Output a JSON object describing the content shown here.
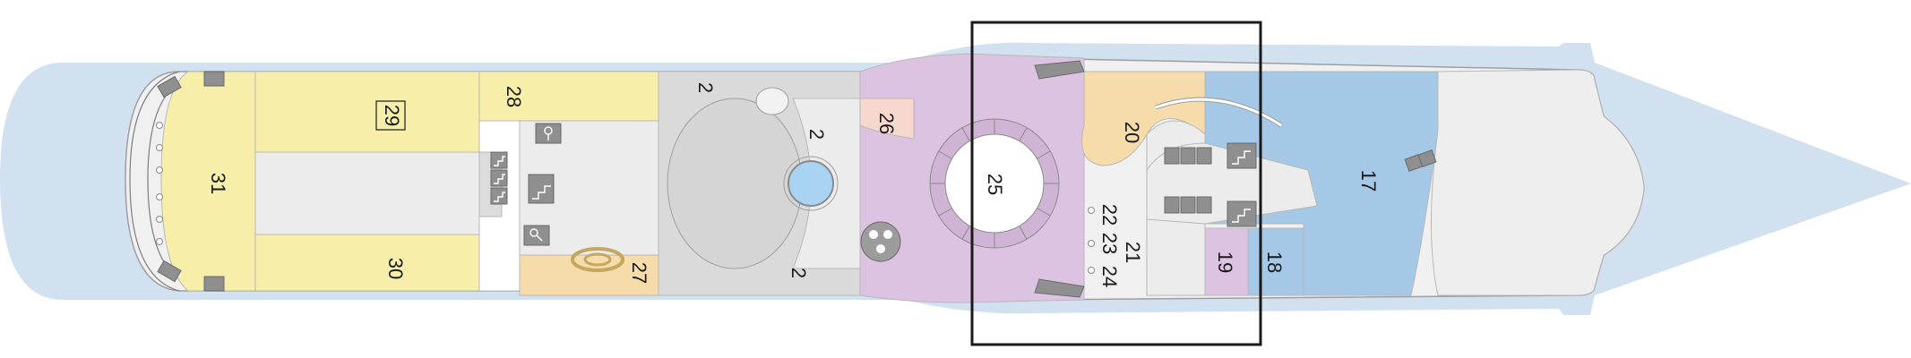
{
  "colors": {
    "water": "#d2e1f0",
    "hull": "#f0f0f0",
    "yellow": "#f7eeaa",
    "grey": "#dadada",
    "lightgrey": "#ececec",
    "lilac": "#dcc3e1",
    "peach": "#f6dcaa",
    "pink": "#f7d8cf",
    "blue": "#a4c8e6",
    "pool": "#a9d3f2",
    "icon": "#8f8f8f",
    "highlight": "#1a1a1a"
  },
  "labels": {
    "area_2_top": "2",
    "area_2_mid": "2",
    "area_2_bottom": "2",
    "area_17": "17",
    "area_18": "18",
    "area_19": "19",
    "area_20": "20",
    "area_21": "21",
    "area_22": "22",
    "area_23": "23",
    "area_24": "24",
    "area_25": "25",
    "area_26": "26",
    "area_27": "27",
    "area_28": "28",
    "area_29": "29",
    "area_30": "30",
    "area_31": "31"
  },
  "icons": [
    "stairs-icon",
    "elevator-icon",
    "restroom-icon",
    "wheelchair-icon",
    "dots-icon"
  ]
}
